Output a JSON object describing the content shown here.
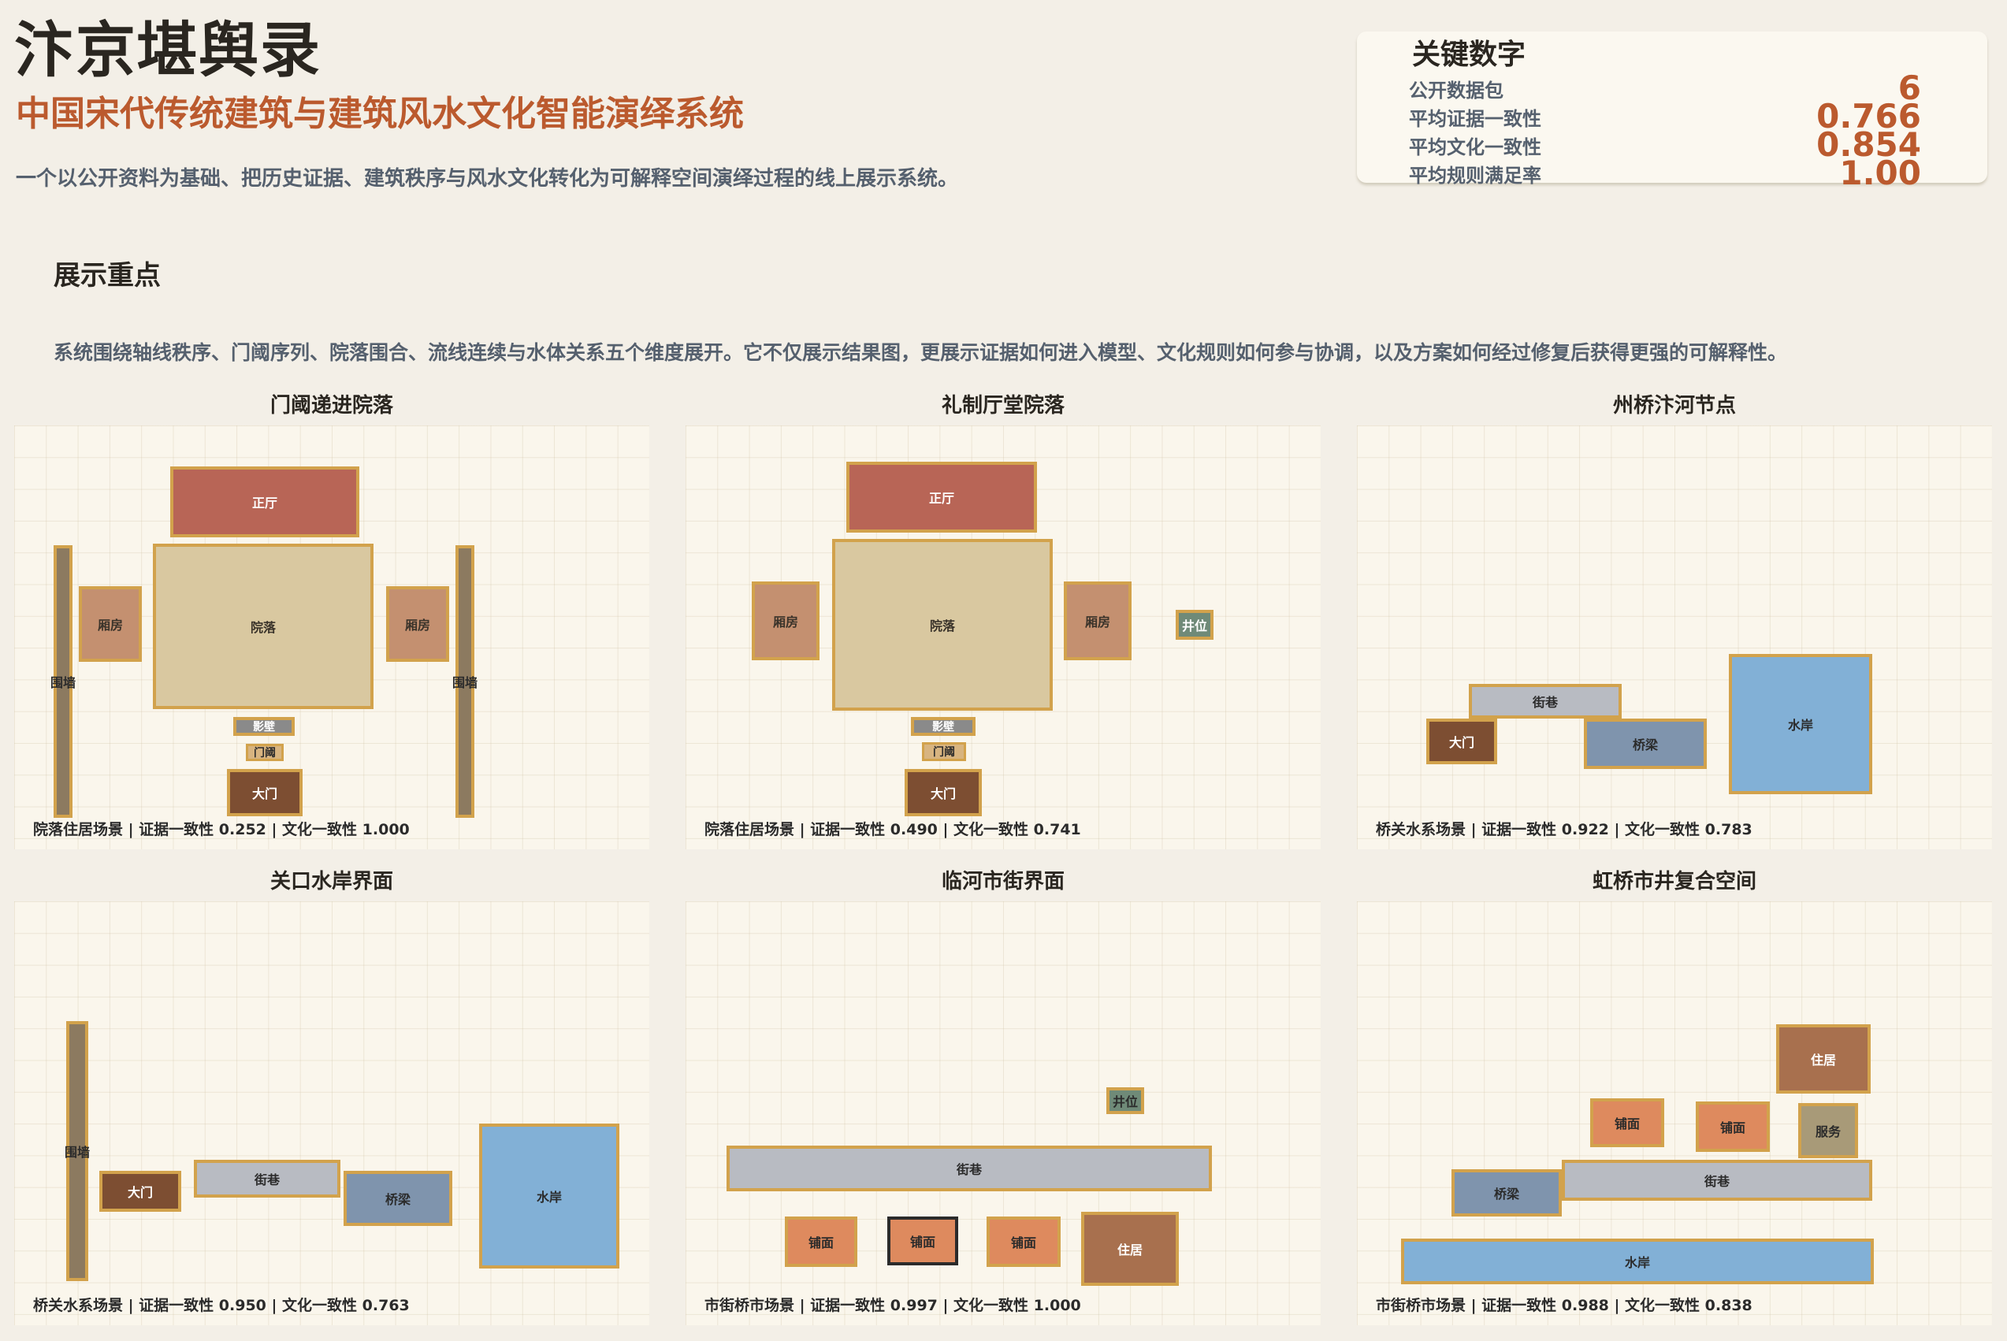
{
  "header": {
    "title": "汴京堪舆录",
    "subtitle": "中国宋代传统建筑与建筑风水文化智能演绎系统",
    "description": "一个以公开资料为基础、把历史证据、建筑秩序与风水文化转化为可解释空间演绎过程的线上展示系统。"
  },
  "stats": {
    "title": "关键数字",
    "items": [
      {
        "label": "公开数据包",
        "value": "6"
      },
      {
        "label": "平均证据一致性",
        "value": "0.766"
      },
      {
        "label": "平均文化一致性",
        "value": "0.854"
      },
      {
        "label": "平均规则满足率",
        "value": "1.00"
      }
    ]
  },
  "focus": {
    "title": "展示重点",
    "text": "系统围绕轴线秩序、门阈序列、院落围合、流线连续与水体关系五个维度展开。它不仅展示结果图，更展示证据如何进入模型、文化规则如何参与协调，以及方案如何经过修复后获得更强的可解释性。"
  },
  "colors": {
    "hall": "#b86556",
    "courtyard": "#d9c8a0",
    "wing": "#c49070",
    "wall": "#8c7a60",
    "screen": "#8a8a8a",
    "gate_threshold": "#d8b480",
    "main_gate": "#7d4e32",
    "well": "#6f8a78",
    "street": "#b8bbc2",
    "bridge": "#7f94ad",
    "water": "#82b0d6",
    "shop": "#de8a5e",
    "residence": "#a8704e",
    "service": "#a89a78",
    "border": "#d2a24c",
    "accent": "#bb5a2e"
  },
  "panels": [
    {
      "title": "门阈递进院落",
      "caption": "院落住居场景 | 证据一致性 0.252 | 文化一致性 1.000",
      "blocks": [
        {
          "label": "正厅",
          "kind": "hall"
        },
        {
          "label": "院落",
          "kind": "courtyard"
        },
        {
          "label": "厢房",
          "kind": "wing"
        },
        {
          "label": "厢房",
          "kind": "wing"
        },
        {
          "label": "围墙",
          "kind": "wall"
        },
        {
          "label": "围墙",
          "kind": "wall"
        },
        {
          "label": "影壁",
          "kind": "screen"
        },
        {
          "label": "门阈",
          "kind": "gate_threshold"
        },
        {
          "label": "大门",
          "kind": "main_gate"
        }
      ]
    },
    {
      "title": "礼制厅堂院落",
      "caption": "院落住居场景 | 证据一致性 0.490 | 文化一致性 0.741",
      "blocks": [
        {
          "label": "正厅",
          "kind": "hall"
        },
        {
          "label": "院落",
          "kind": "courtyard"
        },
        {
          "label": "厢房",
          "kind": "wing"
        },
        {
          "label": "厢房",
          "kind": "wing"
        },
        {
          "label": "井位",
          "kind": "well"
        },
        {
          "label": "影壁",
          "kind": "screen"
        },
        {
          "label": "门阈",
          "kind": "gate_threshold"
        },
        {
          "label": "大门",
          "kind": "main_gate"
        }
      ]
    },
    {
      "title": "州桥汴河节点",
      "caption": "桥关水系场景 | 证据一致性 0.922 | 文化一致性 0.783",
      "blocks": [
        {
          "label": "街巷",
          "kind": "street"
        },
        {
          "label": "大门",
          "kind": "main_gate"
        },
        {
          "label": "桥梁",
          "kind": "bridge"
        },
        {
          "label": "水岸",
          "kind": "water"
        }
      ]
    },
    {
      "title": "关口水岸界面",
      "caption": "桥关水系场景 | 证据一致性 0.950 | 文化一致性 0.763",
      "blocks": [
        {
          "label": "围墙",
          "kind": "wall"
        },
        {
          "label": "大门",
          "kind": "main_gate"
        },
        {
          "label": "街巷",
          "kind": "street"
        },
        {
          "label": "桥梁",
          "kind": "bridge"
        },
        {
          "label": "水岸",
          "kind": "water"
        }
      ]
    },
    {
      "title": "临河市街界面",
      "caption": "市街桥市场景 | 证据一致性 0.997 | 文化一致性 1.000",
      "blocks": [
        {
          "label": "井位",
          "kind": "well"
        },
        {
          "label": "街巷",
          "kind": "street"
        },
        {
          "label": "铺面",
          "kind": "shop"
        },
        {
          "label": "铺面",
          "kind": "shop"
        },
        {
          "label": "铺面",
          "kind": "shop"
        },
        {
          "label": "住居",
          "kind": "residence"
        }
      ]
    },
    {
      "title": "虹桥市井复合空间",
      "caption": "市街桥市场景 | 证据一致性 0.988 | 文化一致性 0.838",
      "blocks": [
        {
          "label": "住居",
          "kind": "residence"
        },
        {
          "label": "铺面",
          "kind": "shop"
        },
        {
          "label": "铺面",
          "kind": "shop"
        },
        {
          "label": "服务",
          "kind": "service"
        },
        {
          "label": "街巷",
          "kind": "street"
        },
        {
          "label": "桥梁",
          "kind": "bridge"
        },
        {
          "label": "水岸",
          "kind": "water"
        }
      ]
    }
  ]
}
